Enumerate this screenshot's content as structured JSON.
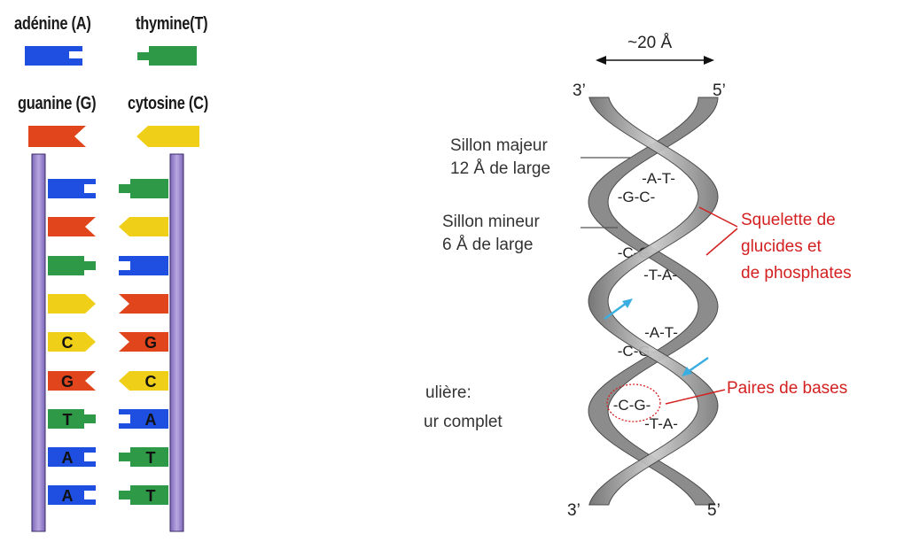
{
  "legend": {
    "adenine": "adénine (A)",
    "thymine": "thymine(T)",
    "guanine": "guanine (G)",
    "cytosine": "cytosine (C)"
  },
  "ladder": {
    "rows": [
      {
        "left": "A",
        "right": "T",
        "left_letter": "",
        "right_letter": ""
      },
      {
        "left": "G",
        "right": "C",
        "left_letter": "",
        "right_letter": ""
      },
      {
        "left": "T",
        "right": "A",
        "left_letter": "",
        "right_letter": ""
      },
      {
        "left": "C",
        "right": "G",
        "left_letter": "",
        "right_letter": ""
      },
      {
        "left": "C",
        "right": "G",
        "left_letter": "C",
        "right_letter": "G"
      },
      {
        "left": "G",
        "right": "C",
        "left_letter": "G",
        "right_letter": "C"
      },
      {
        "left": "T",
        "right": "A",
        "left_letter": "T",
        "right_letter": "A"
      },
      {
        "left": "A",
        "right": "T",
        "left_letter": "A",
        "right_letter": "T"
      },
      {
        "left": "A",
        "right": "T",
        "left_letter": "A",
        "right_letter": "T"
      }
    ]
  },
  "helix": {
    "width_label": "~20 Å",
    "top_left": "3’",
    "top_right": "5’",
    "bottom_left": "3’",
    "bottom_right": "5’",
    "major_groove_line1": "Sillon majeur",
    "major_groove_line2": "12 Å de large",
    "minor_groove_line1": "Sillon mineur",
    "minor_groove_line2": "6 Å de large",
    "backbone_line1": "Squelette de",
    "backbone_line2": "glucides et",
    "backbone_line3": "de phosphates",
    "base_pairs_label": "Paires de bases",
    "cut_line1": "ulière:",
    "cut_line2": "ur complet",
    "pairs": [
      "-A-T-",
      "-G-C-",
      "-C-G-",
      "-T-A-",
      "-A-T-",
      "-C-G-",
      "-C-G-",
      "-T-A-"
    ]
  },
  "colors": {
    "adenine": "#1f4fe0",
    "thymine": "#2e9a48",
    "guanine": "#e0451c",
    "cytosine": "#f0cf18",
    "backbone": "#9a86c8",
    "annotation_red": "#d42020",
    "arrow_blue": "#3aaee0",
    "ribbon": "#9c9c9c"
  }
}
